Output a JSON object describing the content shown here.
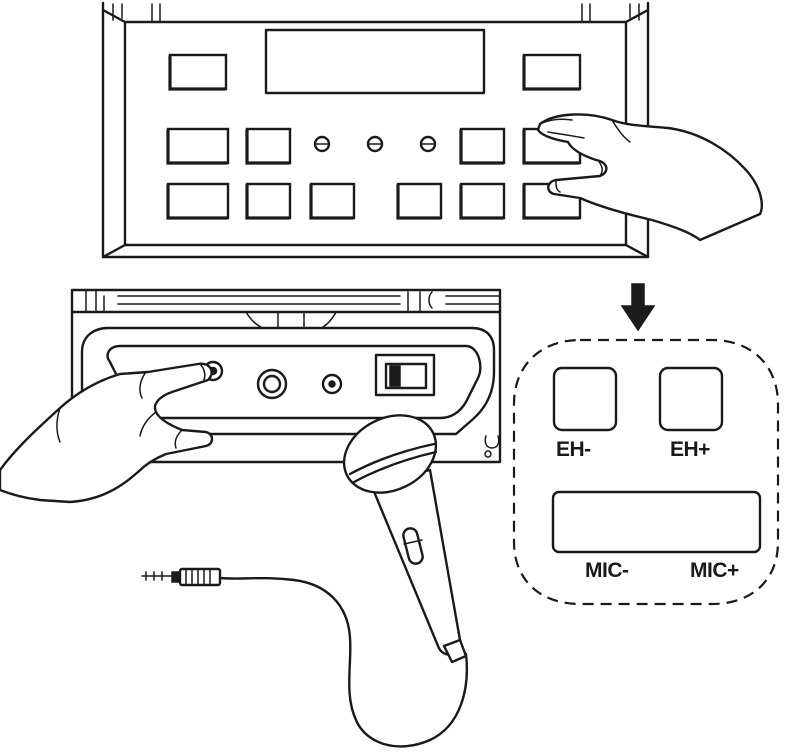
{
  "callout": {
    "eh_minus": "EH-",
    "eh_plus": "EH+",
    "mic_minus": "MIC-",
    "mic_plus": "MIC+"
  },
  "colors": {
    "ink": "#1a1a1a",
    "paper": "#ffffff"
  },
  "icons": [
    "hand-icon",
    "microphone-icon",
    "arrow-down-icon",
    "audio-jack-icon"
  ]
}
